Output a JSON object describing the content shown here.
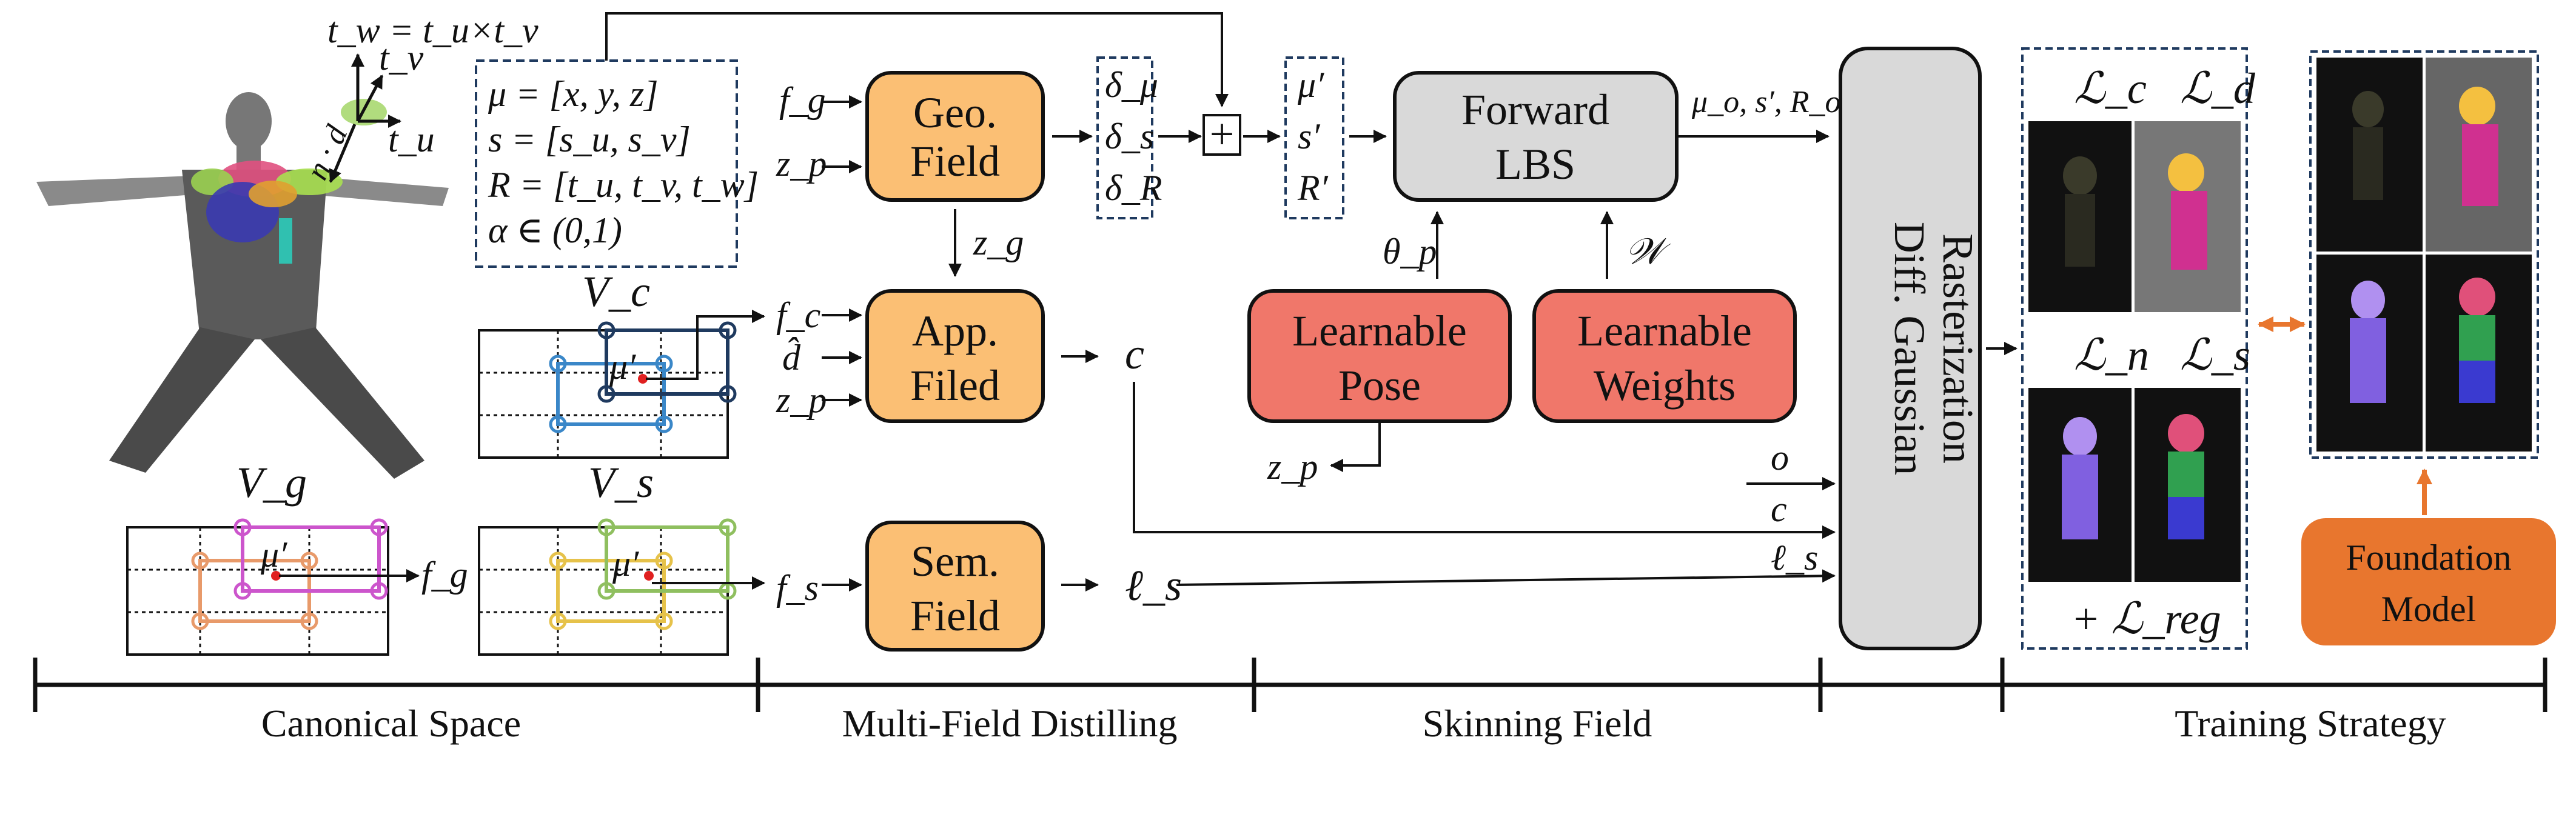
{
  "canonical": {
    "tangent": {
      "tw": "t_w = t_u×t_v",
      "tv": "t_v",
      "tu": "t_u",
      "nd": "n · d"
    },
    "params": [
      "μ = [x, y, z]",
      "s = [s_u, s_v]",
      "R = [t_u, t_v, t_w]",
      "α ∈ (0,1)"
    ],
    "vg": {
      "title": "V_g",
      "mu": "μ′",
      "out": "f_g"
    },
    "vc": {
      "title": "V_c",
      "mu": "μ′"
    },
    "vs": {
      "title": "V_s",
      "mu": "μ′"
    }
  },
  "distilling": {
    "geo": {
      "line1": "Geo.",
      "line2": "Field",
      "in1": "f_g",
      "in2": "z_p",
      "out": "z_g"
    },
    "app": {
      "line1": "App.",
      "line2": "Filed",
      "in1": "f_c",
      "in2": "d̂",
      "in3": "z_p",
      "out": "c"
    },
    "sem": {
      "line1": "Sem.",
      "line2": "Field",
      "in1": "f_s",
      "out": "ℓ_s"
    },
    "deltas": [
      "δ_μ",
      "δ_s",
      "δ_R"
    ],
    "plus": "+",
    "primes": [
      "μ′",
      "s′",
      "R′"
    ]
  },
  "skinning": {
    "lbs": {
      "line1": "Forward",
      "line2": "LBS"
    },
    "lbs_out": "μ_o, s′, R_o",
    "pose": {
      "line1": "Learnable",
      "line2": "Pose",
      "theta": "θ_p",
      "zp": "z_p"
    },
    "weights": {
      "line1": "Learnable",
      "line2": "Weights",
      "w": "𝒲"
    }
  },
  "raster": {
    "line1": "Diff. Gaussian",
    "line2": "Rasterization",
    "inputs": [
      "o",
      "c",
      "ℓ_s"
    ]
  },
  "training": {
    "losses": [
      "ℒ_c",
      "ℒ_d",
      "ℒ_n",
      "ℒ_s"
    ],
    "reg": "+ ℒ_reg",
    "foundation": {
      "line1": "Foundation",
      "line2": "Model"
    }
  },
  "timeline": [
    "Canonical Space",
    "Multi-Field Distilling",
    "Skinning Field",
    "Training Strategy"
  ],
  "colors": {
    "orange": "#FBBF74",
    "red": "#F0776A",
    "gray": "#D9D9D9",
    "foundation": "#E8762E",
    "navy": "#1F3A5F",
    "blue": "#3A87C8",
    "pink": "#CC55CC",
    "salmon": "#E89A6A",
    "yellow": "#E6C24A",
    "green": "#8FBF5F"
  }
}
